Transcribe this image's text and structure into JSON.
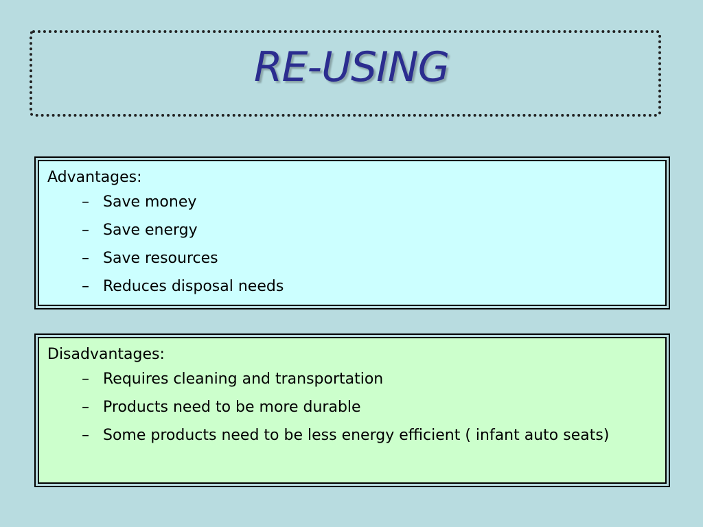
{
  "title": "RE-USING",
  "advantages": {
    "heading": "Advantages:",
    "items": [
      "Save money",
      "Save energy",
      "Save resources",
      "Reduces disposal needs"
    ]
  },
  "disadvantages": {
    "heading": "Disadvantages:",
    "items": [
      "Requires cleaning and transportation",
      "Products need to be more durable",
      "Some products need to be less energy efficient ( infant auto seats)"
    ]
  },
  "bullet": "–",
  "colors": {
    "background": "#b8dce0",
    "title": "#2b2d8f",
    "advantages_panel": "#ccffff",
    "disadvantages_panel": "#ccffcc"
  }
}
